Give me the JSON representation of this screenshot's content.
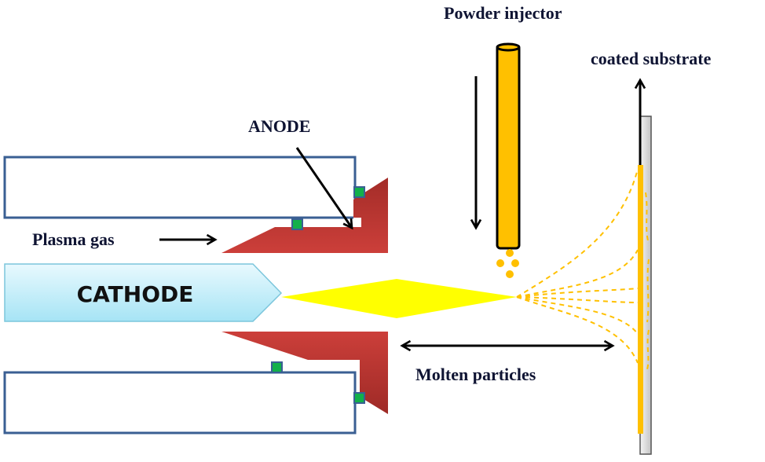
{
  "title": "Plasma spray process schematic",
  "labels": {
    "powder_injector": "Powder injector",
    "coated_substrate": "coated substrate",
    "anode": "ANODE",
    "plasma_gas": "Plasma gas",
    "cathode": "CATHODE",
    "molten_particles": "Molten particles"
  },
  "colors": {
    "anode_red": "#c9403a",
    "anode_dark": "#9e2a26",
    "housing_stroke": "#3a5f93",
    "connector_green": "#12b04a",
    "cathode_fill_top": "#e6f8fe",
    "cathode_fill_bottom": "#a9e6f6",
    "plasma_jet": "#ffff00",
    "powder": "#ffc000",
    "substrate_gray": "#d0d0d0",
    "text_dark": "#0f1433"
  }
}
